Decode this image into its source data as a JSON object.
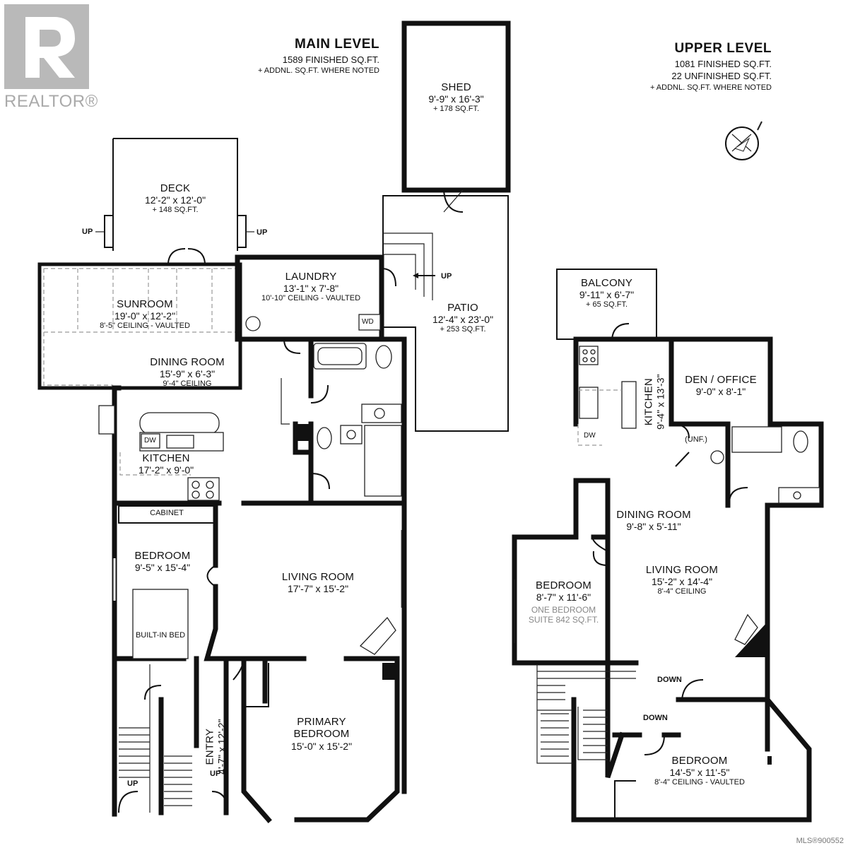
{
  "branding": {
    "logo_text": "REALTOR®",
    "mls": "MLS®900552"
  },
  "main_level": {
    "title": "MAIN LEVEL",
    "finished": "1589 FINISHED SQ.FT.",
    "note": "+ ADDNL. SQ.FT. WHERE NOTED"
  },
  "upper_level": {
    "title": "UPPER LEVEL",
    "finished": "1081 FINISHED SQ.FT.",
    "unfinished": "22 UNFINISHED SQ.FT.",
    "note": "+ ADDNL. SQ.FT. WHERE NOTED"
  },
  "rooms_main": {
    "shed": {
      "name": "SHED",
      "dims": "9'-9\" x 16'-3\"",
      "extra": "+ 178 SQ.FT."
    },
    "deck": {
      "name": "DECK",
      "dims": "12'-2\" x 12'-0\"",
      "extra": "+ 148 SQ.FT."
    },
    "laundry": {
      "name": "LAUNDRY",
      "dims": "13'-1\" x 7'-8\"",
      "extra": "10'-10\" CEILING - VAULTED"
    },
    "patio": {
      "name": "PATIO",
      "dims": "12'-4\" x 23'-0\"",
      "extra": "+ 253 SQ.FT."
    },
    "sunroom": {
      "name": "SUNROOM",
      "dims": "19'-0\" x 12'-2\"",
      "extra": "8'-5\" CEILING - VAULTED"
    },
    "dining": {
      "name": "DINING ROOM",
      "dims": "15'-9\" x 6'-3\"",
      "extra": "9'-4\" CEILING"
    },
    "kitchen": {
      "name": "KITCHEN",
      "dims": "17'-2\" x 9'-0\""
    },
    "cabinet": {
      "name": "CABINET"
    },
    "bedroom": {
      "name": "BEDROOM",
      "dims": "9'-5\" x 15'-4\""
    },
    "builtin": {
      "name": "BUILT-IN BED"
    },
    "living": {
      "name": "LIVING ROOM",
      "dims": "17'-7\" x 15'-2\""
    },
    "entry": {
      "name": "ENTRY",
      "dims": "4'-7\" x 12'-2\""
    },
    "primary": {
      "name1": "PRIMARY",
      "name2": "BEDROOM",
      "dims": "15'-0\" x 15'-2\""
    }
  },
  "rooms_upper": {
    "balcony": {
      "name": "BALCONY",
      "dims": "9'-11\" x 6'-7\"",
      "extra": "+ 65 SQ.FT."
    },
    "kitchen": {
      "name": "KITCHEN",
      "dims": "9'-4\" x 13'-3\""
    },
    "den": {
      "name": "DEN / OFFICE",
      "dims": "9'-0\" x 8'-1\""
    },
    "unf": {
      "name": "(UNF.)"
    },
    "dining": {
      "name": "DINING ROOM",
      "dims": "9'-8\" x 5'-11\""
    },
    "living": {
      "name": "LIVING ROOM",
      "dims": "15'-2\" x 14'-4\"",
      "extra": "8'-4\" CEILING"
    },
    "bedroom1": {
      "name": "BEDROOM",
      "dims": "8'-7\" x 11'-6\"",
      "suite1": "ONE BEDROOM",
      "suite2": "SUITE 842 SQ.FT."
    },
    "bedroom2": {
      "name": "BEDROOM",
      "dims": "14'-5\" x 11'-5\"",
      "extra": "8'-4\" CEILING - VAULTED"
    }
  },
  "tags": {
    "up": "UP",
    "down": "DOWN",
    "dw": "DW",
    "wd": "WD"
  },
  "icons": [
    "compass-icon",
    "realtor-logo-icon"
  ]
}
